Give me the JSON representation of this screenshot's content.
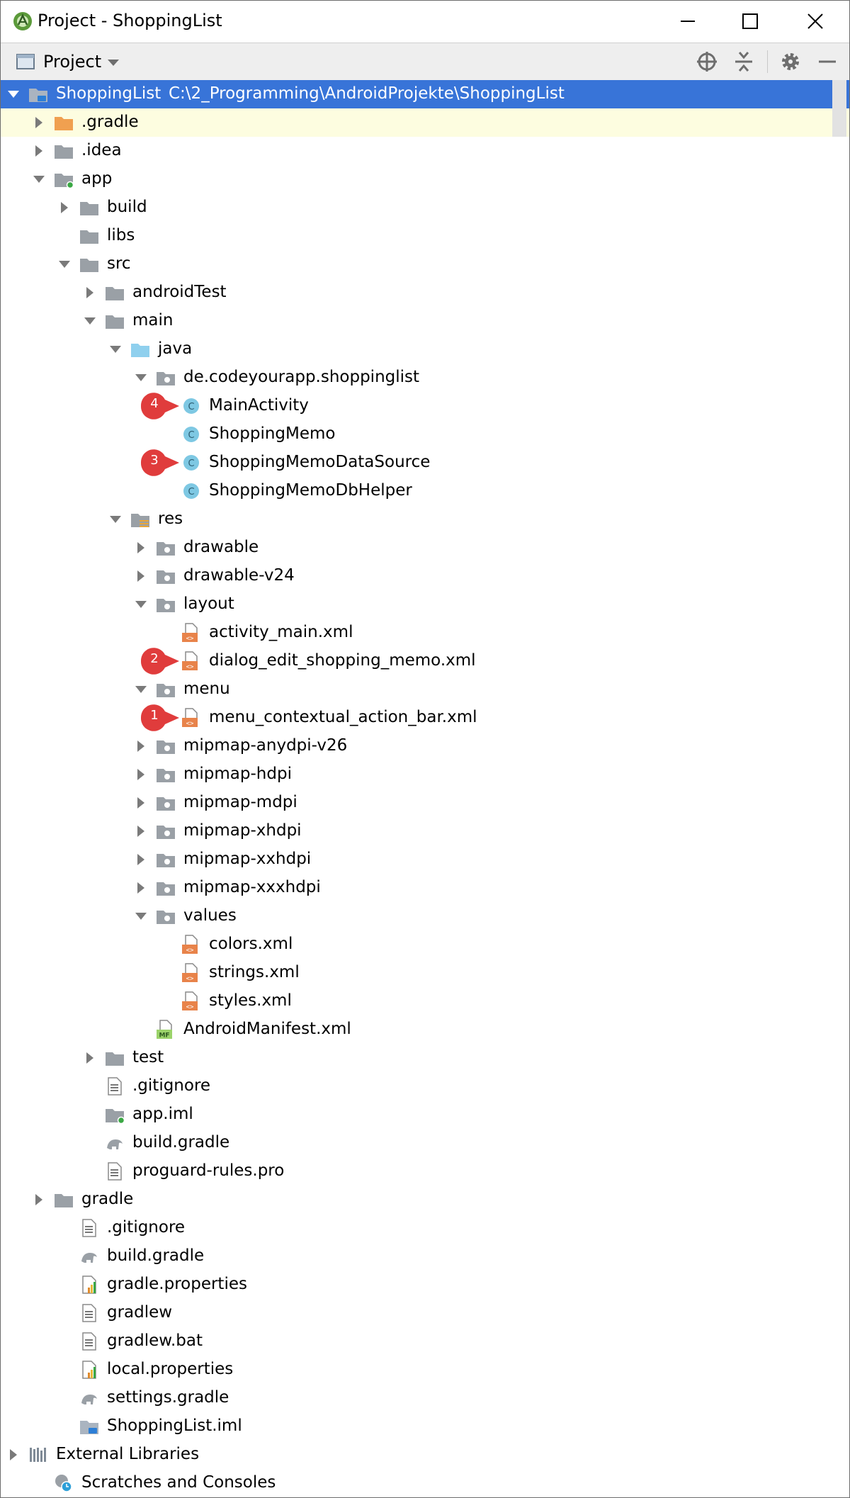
{
  "window": {
    "title": "Project - ShoppingList"
  },
  "toolbar": {
    "view_label": "Project"
  },
  "tree": [
    {
      "label": "ShoppingList",
      "path": "C:\\2_Programming\\AndroidProjekte\\ShoppingList",
      "depth": 0,
      "arrow": "down",
      "icon": "module",
      "selected": true
    },
    {
      "label": ".gradle",
      "depth": 1,
      "arrow": "right",
      "icon": "folder-orange",
      "highlight": true
    },
    {
      "label": ".idea",
      "depth": 1,
      "arrow": "right",
      "icon": "folder"
    },
    {
      "label": "app",
      "depth": 1,
      "arrow": "down",
      "icon": "folder-module"
    },
    {
      "label": "build",
      "depth": 2,
      "arrow": "right",
      "icon": "folder"
    },
    {
      "label": "libs",
      "depth": 2,
      "icon": "folder"
    },
    {
      "label": "src",
      "depth": 2,
      "arrow": "down",
      "icon": "folder"
    },
    {
      "label": "androidTest",
      "depth": 3,
      "arrow": "right",
      "icon": "folder"
    },
    {
      "label": "main",
      "depth": 3,
      "arrow": "down",
      "icon": "folder"
    },
    {
      "label": "java",
      "depth": 4,
      "arrow": "down",
      "icon": "folder-blue"
    },
    {
      "label": "de.codeyourapp.shoppinglist",
      "depth": 5,
      "arrow": "down",
      "icon": "package"
    },
    {
      "label": "MainActivity",
      "depth": 6,
      "icon": "class",
      "badge": "4"
    },
    {
      "label": "ShoppingMemo",
      "depth": 6,
      "icon": "class"
    },
    {
      "label": "ShoppingMemoDataSource",
      "depth": 6,
      "icon": "class",
      "badge": "3"
    },
    {
      "label": "ShoppingMemoDbHelper",
      "depth": 6,
      "icon": "class"
    },
    {
      "label": "res",
      "depth": 4,
      "arrow": "down",
      "icon": "folder-res"
    },
    {
      "label": "drawable",
      "depth": 5,
      "arrow": "right",
      "icon": "package"
    },
    {
      "label": "drawable-v24",
      "depth": 5,
      "arrow": "right",
      "icon": "package"
    },
    {
      "label": "layout",
      "depth": 5,
      "arrow": "down",
      "icon": "package"
    },
    {
      "label": "activity_main.xml",
      "depth": 6,
      "icon": "xml"
    },
    {
      "label": "dialog_edit_shopping_memo.xml",
      "depth": 6,
      "icon": "xml",
      "badge": "2"
    },
    {
      "label": "menu",
      "depth": 5,
      "arrow": "down",
      "icon": "package"
    },
    {
      "label": "menu_contextual_action_bar.xml",
      "depth": 6,
      "icon": "xml",
      "badge": "1"
    },
    {
      "label": "mipmap-anydpi-v26",
      "depth": 5,
      "arrow": "right",
      "icon": "package"
    },
    {
      "label": "mipmap-hdpi",
      "depth": 5,
      "arrow": "right",
      "icon": "package"
    },
    {
      "label": "mipmap-mdpi",
      "depth": 5,
      "arrow": "right",
      "icon": "package"
    },
    {
      "label": "mipmap-xhdpi",
      "depth": 5,
      "arrow": "right",
      "icon": "package"
    },
    {
      "label": "mipmap-xxhdpi",
      "depth": 5,
      "arrow": "right",
      "icon": "package"
    },
    {
      "label": "mipmap-xxxhdpi",
      "depth": 5,
      "arrow": "right",
      "icon": "package"
    },
    {
      "label": "values",
      "depth": 5,
      "arrow": "down",
      "icon": "package"
    },
    {
      "label": "colors.xml",
      "depth": 6,
      "icon": "xml"
    },
    {
      "label": "strings.xml",
      "depth": 6,
      "icon": "xml"
    },
    {
      "label": "styles.xml",
      "depth": 6,
      "icon": "xml"
    },
    {
      "label": "AndroidManifest.xml",
      "depth": 5,
      "icon": "manifest"
    },
    {
      "label": "test",
      "depth": 3,
      "arrow": "right",
      "icon": "folder"
    },
    {
      "label": ".gitignore",
      "depth": 3,
      "icon": "text"
    },
    {
      "label": "app.iml",
      "depth": 3,
      "icon": "folder-module"
    },
    {
      "label": "build.gradle",
      "depth": 3,
      "icon": "gradle"
    },
    {
      "label": "proguard-rules.pro",
      "depth": 3,
      "icon": "text"
    },
    {
      "label": "gradle",
      "depth": 1,
      "arrow": "right",
      "icon": "folder"
    },
    {
      "label": ".gitignore",
      "depth": 2,
      "icon": "text"
    },
    {
      "label": "build.gradle",
      "depth": 2,
      "icon": "gradle"
    },
    {
      "label": "gradle.properties",
      "depth": 2,
      "icon": "properties"
    },
    {
      "label": "gradlew",
      "depth": 2,
      "icon": "text"
    },
    {
      "label": "gradlew.bat",
      "depth": 2,
      "icon": "text"
    },
    {
      "label": "local.properties",
      "depth": 2,
      "icon": "properties"
    },
    {
      "label": "settings.gradle",
      "depth": 2,
      "icon": "gradle"
    },
    {
      "label": "ShoppingList.iml",
      "depth": 2,
      "icon": "iml"
    },
    {
      "label": "External Libraries",
      "depth": 0,
      "arrow": "right",
      "icon": "libraries"
    },
    {
      "label": "Scratches and Consoles",
      "depth": 1,
      "icon": "scratches"
    }
  ],
  "colors": {
    "selection": "#3874d8",
    "highlight": "#fdfde0",
    "badge": "#e03c3c",
    "folder": "#9aa0a6",
    "folder_orange": "#f0a050",
    "folder_blue": "#8fd0ee",
    "class_icon": "#7ec8e3",
    "xml_icon": "#e8834a"
  }
}
